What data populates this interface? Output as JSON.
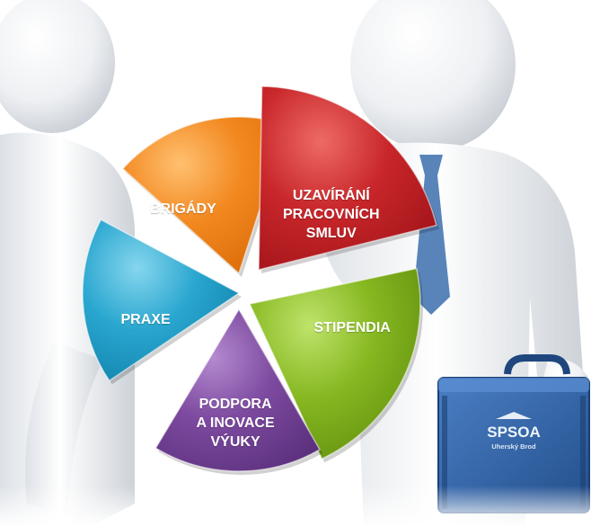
{
  "segments": [
    {
      "id": "brigady",
      "lines": [
        "BRIGÁDY"
      ],
      "color": "#f2881f",
      "dark": "#d96a08",
      "light": "#ffc070"
    },
    {
      "id": "uzavirani",
      "lines": [
        "UZAVÍRÁNÍ",
        "PRACOVNÍCH",
        "SMLUV"
      ],
      "color": "#c8262a",
      "dark": "#a01419",
      "light": "#ee6a66"
    },
    {
      "id": "stipendia",
      "lines": [
        "STIPENDIA"
      ],
      "color": "#86b821",
      "dark": "#5f8c0d",
      "light": "#bfe36b"
    },
    {
      "id": "podpora",
      "lines": [
        "PODPORA",
        "A INOVACE",
        "VÝUKY"
      ],
      "color": "#7d4a9f",
      "dark": "#5a2f7c",
      "light": "#b48ad0"
    },
    {
      "id": "praxe",
      "lines": [
        "PRAXE"
      ],
      "color": "#29a6cf",
      "dark": "#0e7fa8",
      "light": "#86d6ee"
    }
  ],
  "briefcase_logo": {
    "title": "SPSOA",
    "subtitle": "Uherský Brod"
  }
}
